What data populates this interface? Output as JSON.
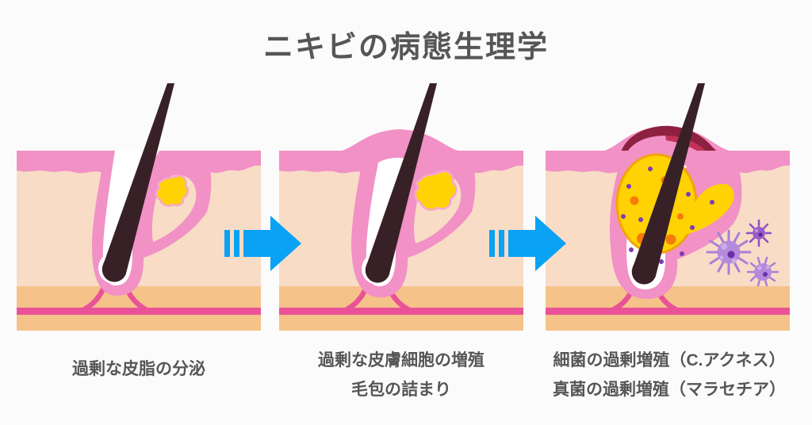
{
  "title": "ニキビの病態生理学",
  "panels": [
    {
      "name": "stage-1-excess-sebum",
      "caption_lines": [
        "過剰な皮脂の分泌"
      ],
      "illustration": [
        "skin-layers",
        "hair-shaft",
        "hair-follicle",
        "sebaceous-gland",
        "sebum-drop"
      ]
    },
    {
      "name": "stage-2-clogged-follicle",
      "caption_lines": [
        "過剰な皮膚細胞の増殖",
        "毛包の詰まり"
      ],
      "illustration": [
        "skin-layers",
        "skin-bump",
        "hair-shaft",
        "hair-follicle",
        "sebaceous-gland",
        "sebum-drop"
      ]
    },
    {
      "name": "stage-3-microbial-overgrowth",
      "caption_lines": [
        "細菌の過剰増殖（C.アクネス）",
        "真菌の過剰増殖（マラセチア）"
      ],
      "illustration": [
        "skin-layers",
        "inflamed-bump",
        "hair-shaft",
        "pus-filled-follicle",
        "bacteria-dots",
        "malassezia-fungi"
      ]
    }
  ],
  "colors": {
    "background": "#fbfbfb",
    "text_gray": "#565656",
    "epidermis_pink": "#f191c5",
    "dermis_peach": "#f8dcc6",
    "subcutis_orange": "#f5c289",
    "deep_pink_line": "#ea5297",
    "hair_dark": "#382126",
    "bulb_pink": "#ee5fa8",
    "sebum_yellow": "#ffd203",
    "arrow_blue": "#0aa2f5",
    "inflammation_dark": "#8e2140",
    "inflammation_mid": "#c13158",
    "microbe_purple": "#b48bdc"
  }
}
